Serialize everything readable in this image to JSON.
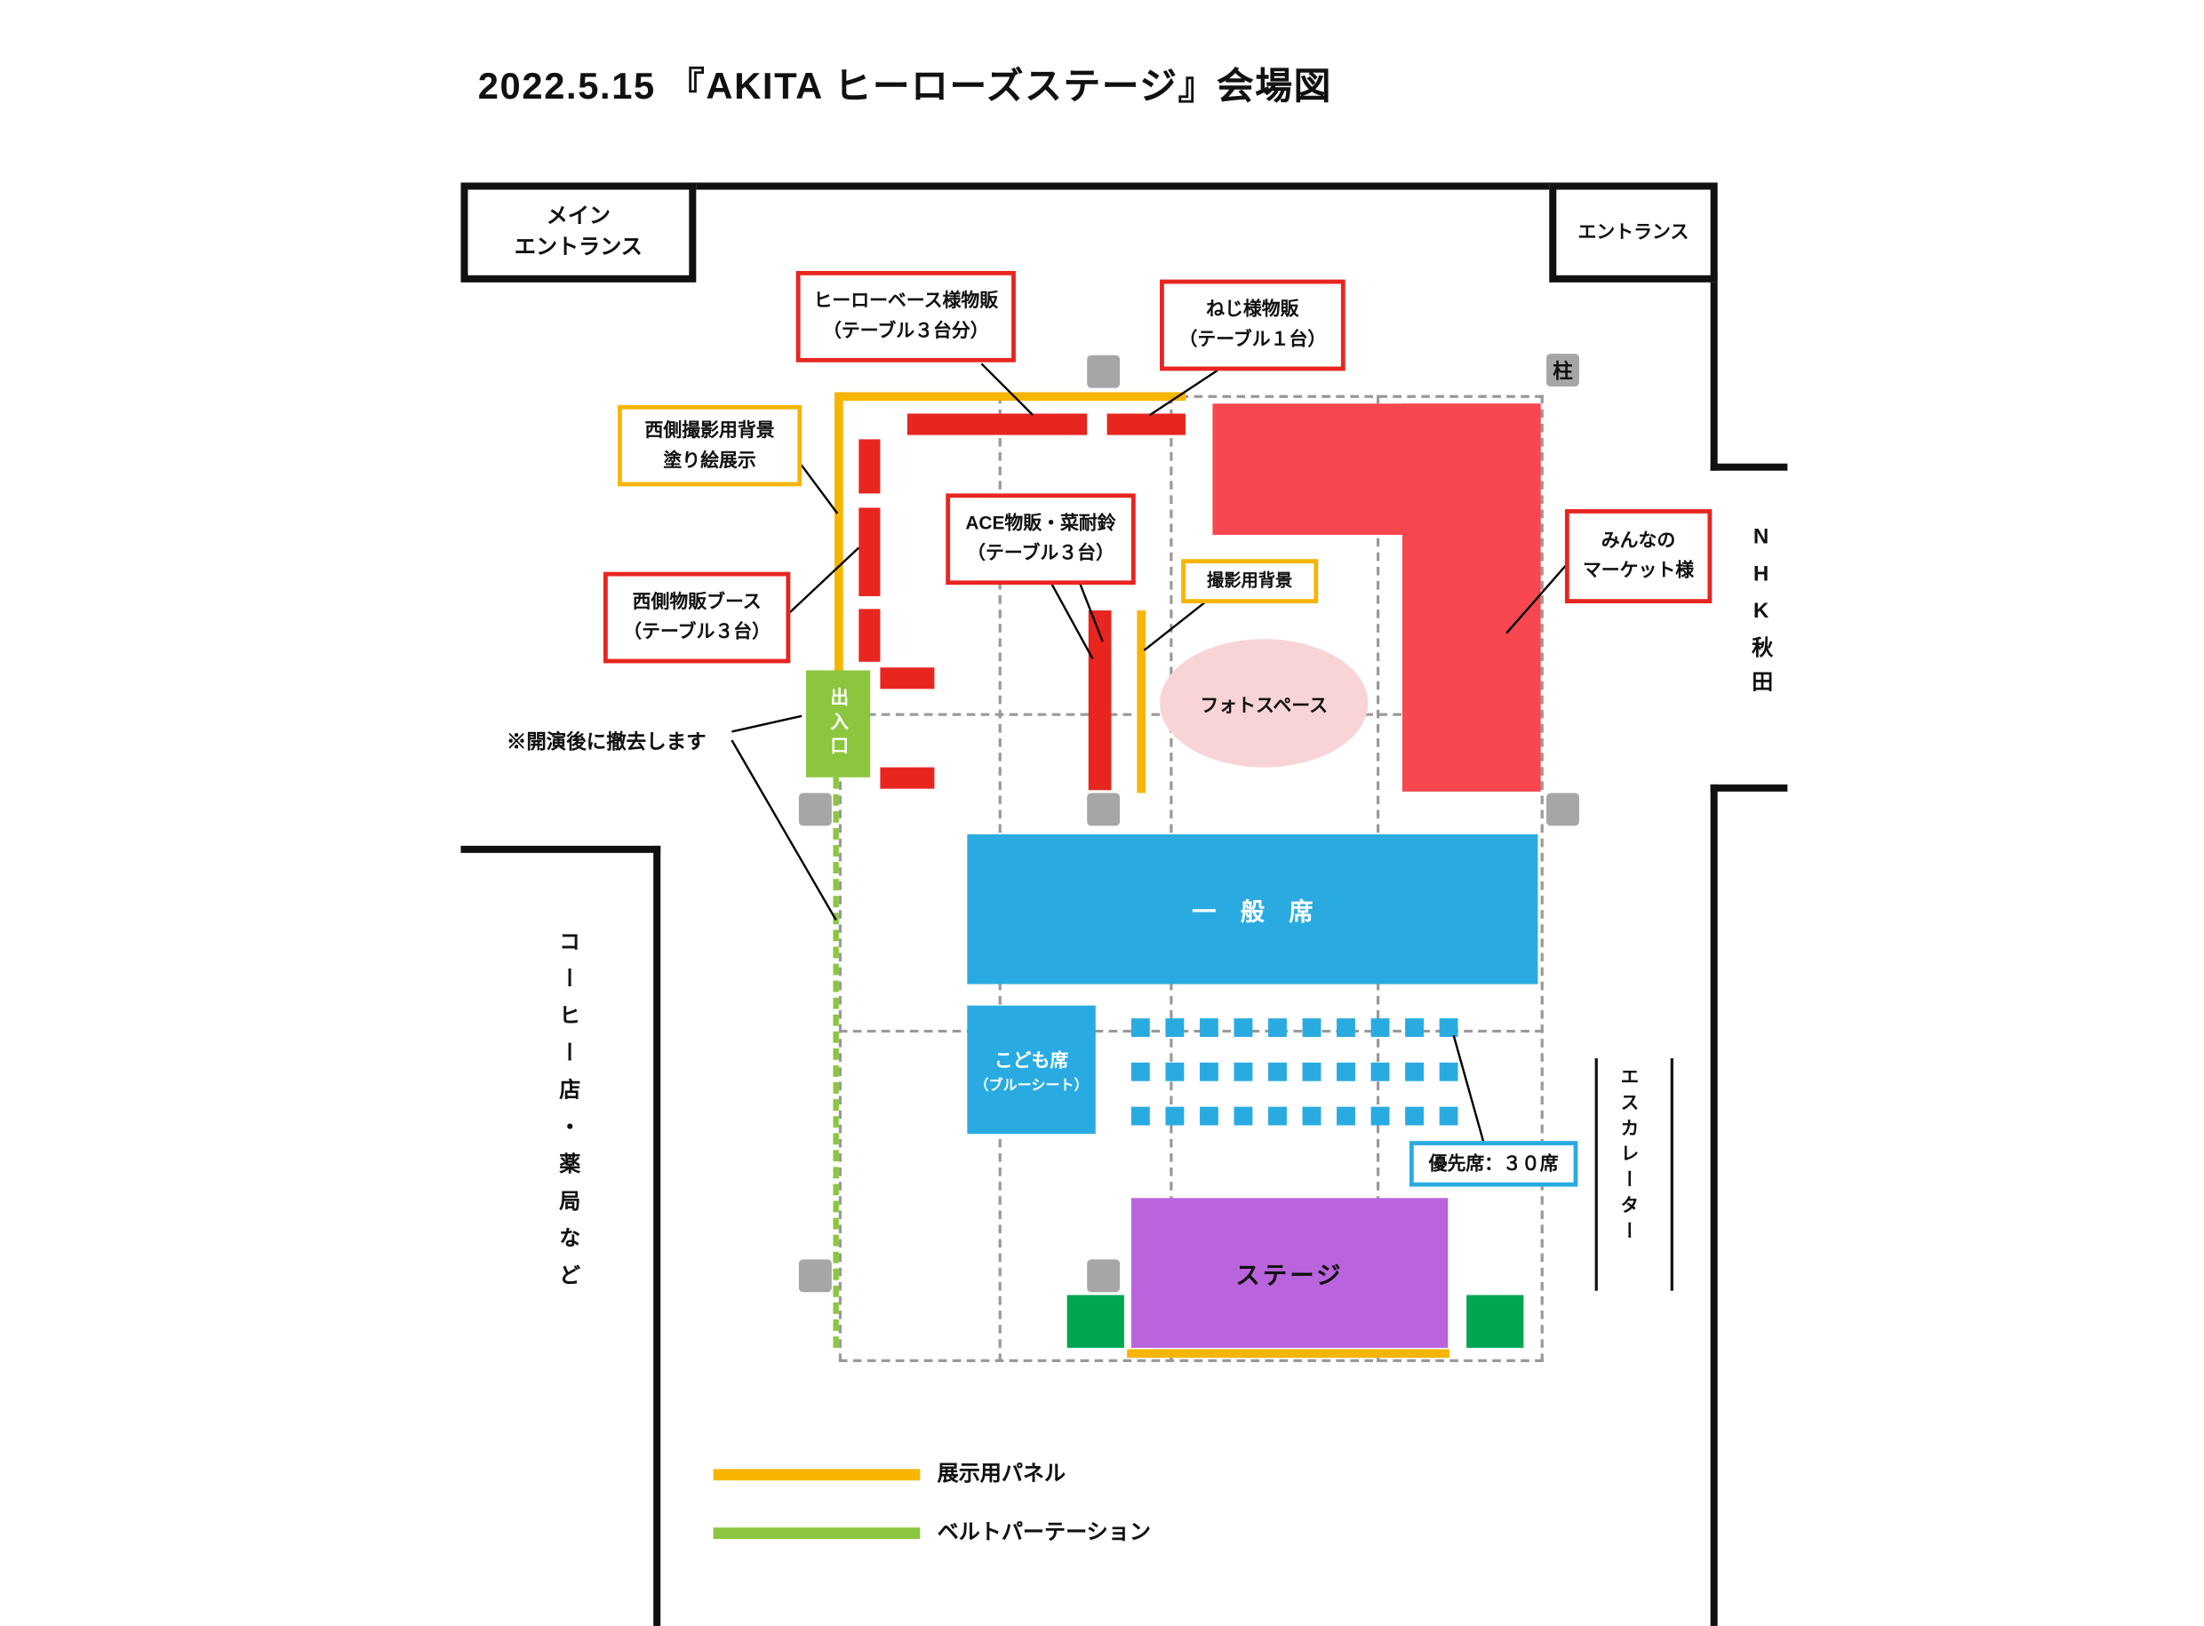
{
  "title": "2022.5.15 『AKITA ヒーローズステージ』会場図",
  "entrances": {
    "main_line1": "メイン",
    "main_line2": "エントランス",
    "sub": "エントランス"
  },
  "surroundings": {
    "nhk": "NHK秋田",
    "shops": "コーヒー店・薬局など",
    "escalator": "エスカレーター",
    "pillar": "柱"
  },
  "areas": {
    "photo_space": "フォトスペース",
    "general_seats": "一　般　席",
    "kids_line1": "こども席",
    "kids_line2": "（ブルーシート）",
    "stage": "ステージ",
    "exit": "出入口"
  },
  "labels": {
    "hero_base_line1": "ヒーローベース様物販",
    "hero_base_line2": "（テーブル３台分）",
    "neji_line1": "ねじ様物販",
    "neji_line2": "（テーブル１台）",
    "ace_line1": "ACE物販・菜耐鈴",
    "ace_line2": "（テーブル３台）",
    "minna_line1": "みんなの",
    "minna_line2": "マーケット様",
    "west_booth_line1": "西側物販ブース",
    "west_booth_line2": "（テーブル３台）",
    "west_bg_line1": "西側撮影用背景",
    "west_bg_line2": "塗り絵展示",
    "photo_bg": "撮影用背景",
    "removal_note": "※開演後に撤去します"
  },
  "priority_seating": {
    "rows": 3,
    "per_row": 10,
    "label": "優先席：３０席"
  },
  "legend": {
    "panel": "展示用パネル",
    "belt": "ベルトパーテーション"
  },
  "colors": {
    "table_red": "#e8251f",
    "market_red": "#f8474f",
    "seat_blue": "#29abe2",
    "stage_purple": "#b964dd",
    "photo_pink": "#f9d4d6",
    "exit_green": "#8cc63f",
    "stage_wing_green": "#00a651",
    "panel_yellow": "#f7b500",
    "belt_green": "#8cc63f",
    "pillar_gray": "#a6a6a6",
    "wall_black": "#111111"
  }
}
